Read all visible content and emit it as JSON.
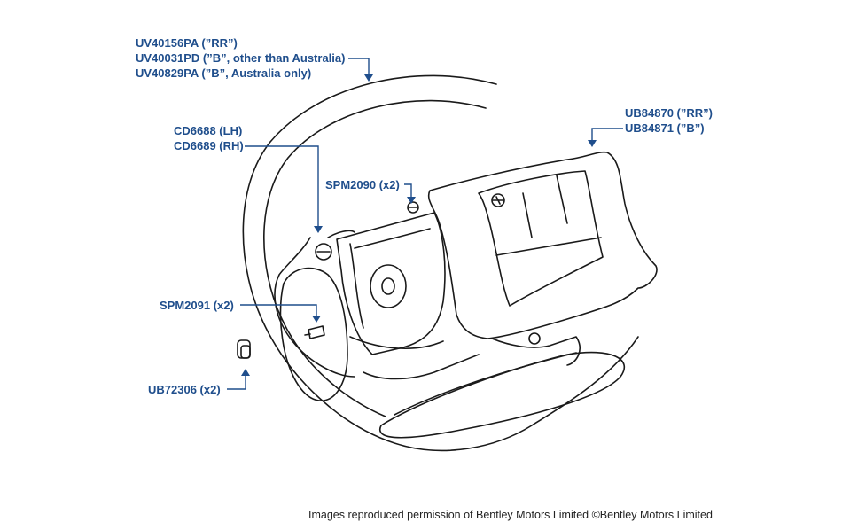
{
  "labels": {
    "wheel_rim": [
      "UV40156PA (”RR”)",
      "UV40031PD (”B”, other than Australia)",
      "UV40829PA (”B”, Australia only)"
    ],
    "pad": [
      "UB84870 (”RR”)",
      "UB84871 (”B”)"
    ],
    "clips": [
      "CD6688 (LH)",
      "CD6689 (RH)"
    ],
    "screw_top": "SPM2090 (x2)",
    "screw_side": "SPM2091 (x2)",
    "grommet": "UB72306 (x2)"
  },
  "credit": "Images reproduced permission of Bentley Motors Limited ©Bentley Motors Limited",
  "colors": {
    "label": "#1f4e8c",
    "line": "#1f4e8c",
    "drawing": "#1a1a1a"
  }
}
